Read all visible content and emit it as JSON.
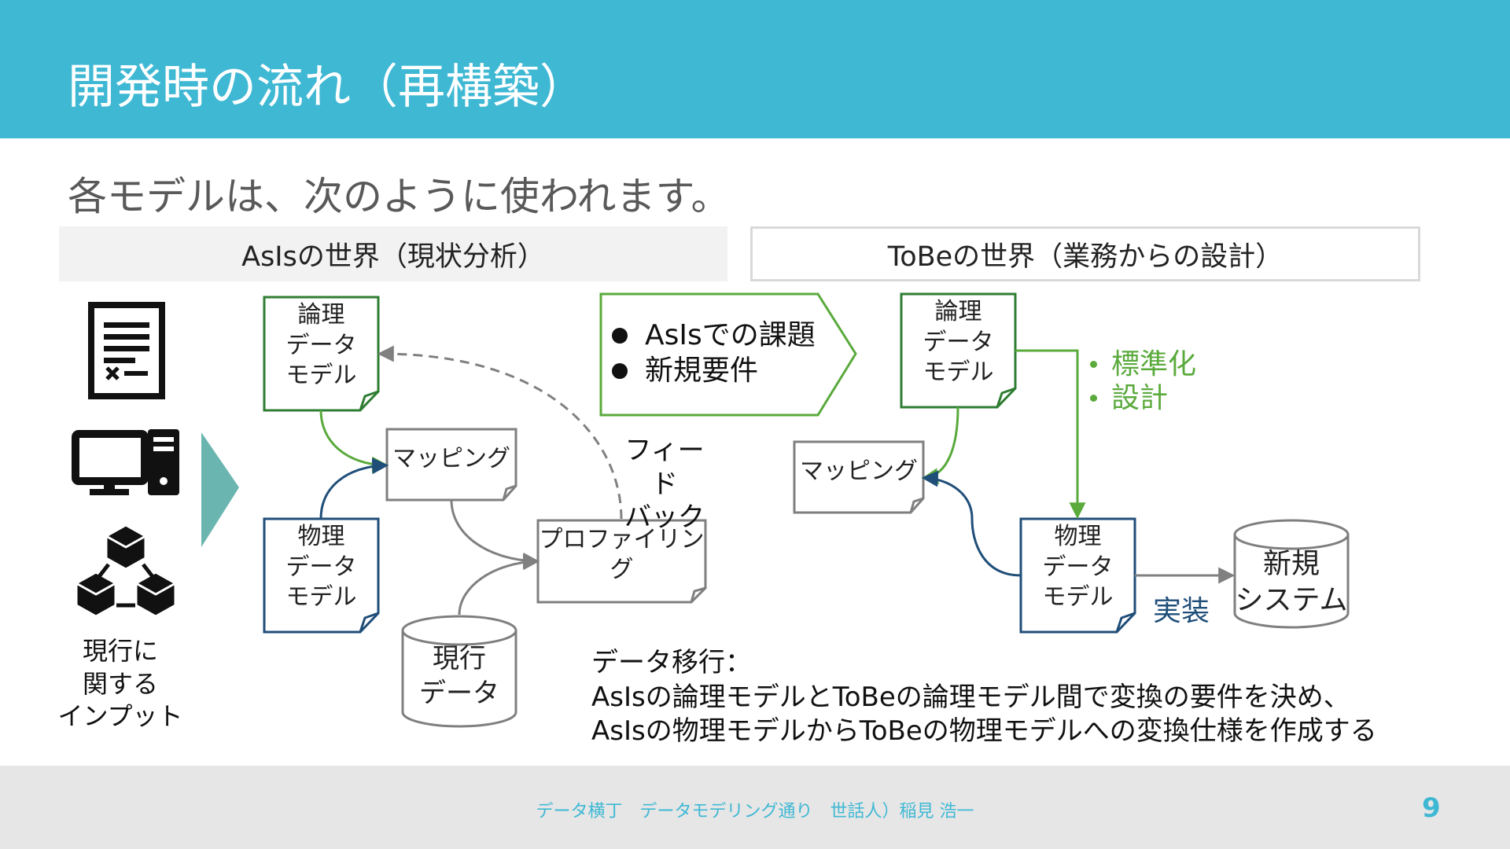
{
  "slide": {
    "title": "開発時の流れ（再構築）",
    "subtitle": "各モデルは、次のように使われます。"
  },
  "asis": {
    "header": "AsIsの世界（現状分析）",
    "logical_model": [
      "論理",
      "データ",
      "モデル"
    ],
    "physical_model": [
      "物理",
      "データ",
      "モデル"
    ],
    "mapping": "マッピング",
    "profiling": "プロファイリング",
    "current_data": [
      "現行",
      "データ"
    ],
    "feedback": [
      "フィード",
      "バック"
    ],
    "inputs_label": [
      "現行に",
      "関する",
      "インプット"
    ]
  },
  "issues": {
    "items": [
      "AsIsでの課題",
      "新規要件"
    ]
  },
  "tobe": {
    "header": "ToBeの世界（業務からの設計）",
    "logical_model": [
      "論理",
      "データ",
      "モデル"
    ],
    "physical_model": [
      "物理",
      "データ",
      "モデル"
    ],
    "mapping": "マッピング",
    "design_points": [
      "標準化",
      "設計"
    ],
    "implementation": "実装",
    "new_system": [
      "新規",
      "システム"
    ]
  },
  "migration": {
    "lines": [
      "データ移行：",
      "AsIsの論理モデルとToBeの論理モデル間で変換の要件を決め、",
      "AsIsの物理モデルからToBeの物理モデルへの変換仕様を作成する"
    ]
  },
  "footer": {
    "text": "データ横丁　データモデリング通り　世話人）稲見 浩一",
    "page_number": "9"
  },
  "colors": {
    "header_bg": "#3fb8d4",
    "green": "#2e7d32",
    "green_light": "#5aaa3c",
    "blue_dark": "#1f4e79",
    "teal_arrow": "#6bb5b0",
    "gray_arrow": "#808080",
    "footer_bg": "#e6e6e6"
  },
  "icons": [
    "document-icon",
    "computer-icon",
    "cubes-icon",
    "chevron-right-icon"
  ]
}
